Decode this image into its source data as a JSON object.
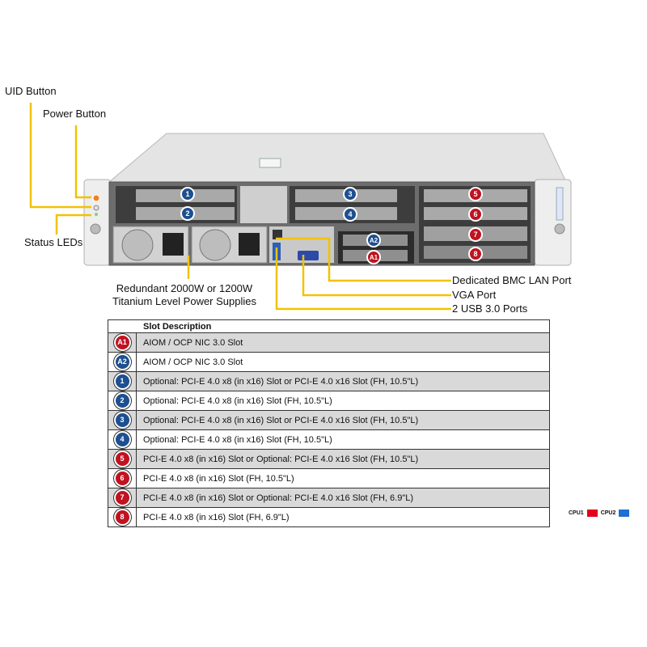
{
  "callouts": {
    "uid_button": "UID Button",
    "power_button": "Power Button",
    "status_leds": "Status LEDs",
    "psu_line1": "Redundant  2000W or 1200W",
    "psu_line2": "Titanium Level Power Supplies",
    "bmc_lan": "Dedicated BMC LAN Port",
    "vga": "VGA Port",
    "usb": "2 USB 3.0 Ports"
  },
  "chassis_badges": [
    "1",
    "2",
    "3",
    "4",
    "5",
    "6",
    "7",
    "8",
    "A1",
    "A2"
  ],
  "table": {
    "header": "Slot Description",
    "rows": [
      {
        "badge": "A1",
        "cpu": "CPU1",
        "desc": "AIOM / OCP NIC 3.0 Slot"
      },
      {
        "badge": "A2",
        "cpu": "CPU2",
        "desc": "AIOM / OCP NIC 3.0 Slot"
      },
      {
        "badge": "1",
        "cpu": "CPU2",
        "desc": "Optional: PCI-E 4.0 x8 (in x16) Slot or PCI-E 4.0 x16 Slot (FH, 10.5\"L)"
      },
      {
        "badge": "2",
        "cpu": "CPU2",
        "desc": "Optional: PCI-E 4.0 x8 (in x16) Slot (FH, 10.5\"L)"
      },
      {
        "badge": "3",
        "cpu": "CPU2",
        "desc": "Optional: PCI-E 4.0 x8 (in x16) Slot or PCI-E 4.0 x16 Slot (FH, 10.5\"L)"
      },
      {
        "badge": "4",
        "cpu": "CPU2",
        "desc": "Optional: PCI-E 4.0 x8 (in x16) Slot (FH, 10.5\"L)"
      },
      {
        "badge": "5",
        "cpu": "CPU1",
        "desc": "PCI-E 4.0 x8 (in x16) Slot or Optional: PCI-E 4.0 x16 Slot (FH, 10.5\"L)"
      },
      {
        "badge": "6",
        "cpu": "CPU1",
        "desc": "PCI-E 4.0 x8 (in x16) Slot (FH, 10.5\"L)"
      },
      {
        "badge": "7",
        "cpu": "CPU1",
        "desc": "PCI-E 4.0 x8 (in x16) Slot or Optional: PCI-E 4.0 x16 Slot (FH, 6.9\"L)"
      },
      {
        "badge": "8",
        "cpu": "CPU1",
        "desc": "PCI-E 4.0 x8 (in x16) Slot (FH, 6.9\"L)"
      }
    ]
  },
  "legend": {
    "cpu1_label": "CPU1",
    "cpu2_label": "CPU2",
    "cpu1_color": "#e3001b",
    "cpu2_color": "#1d6fd1"
  },
  "colors": {
    "callout_line": "#f2c200",
    "badge_cpu1": "#c1121f",
    "badge_cpu2": "#1d4f91",
    "row_shade": "#d9d9d9"
  }
}
